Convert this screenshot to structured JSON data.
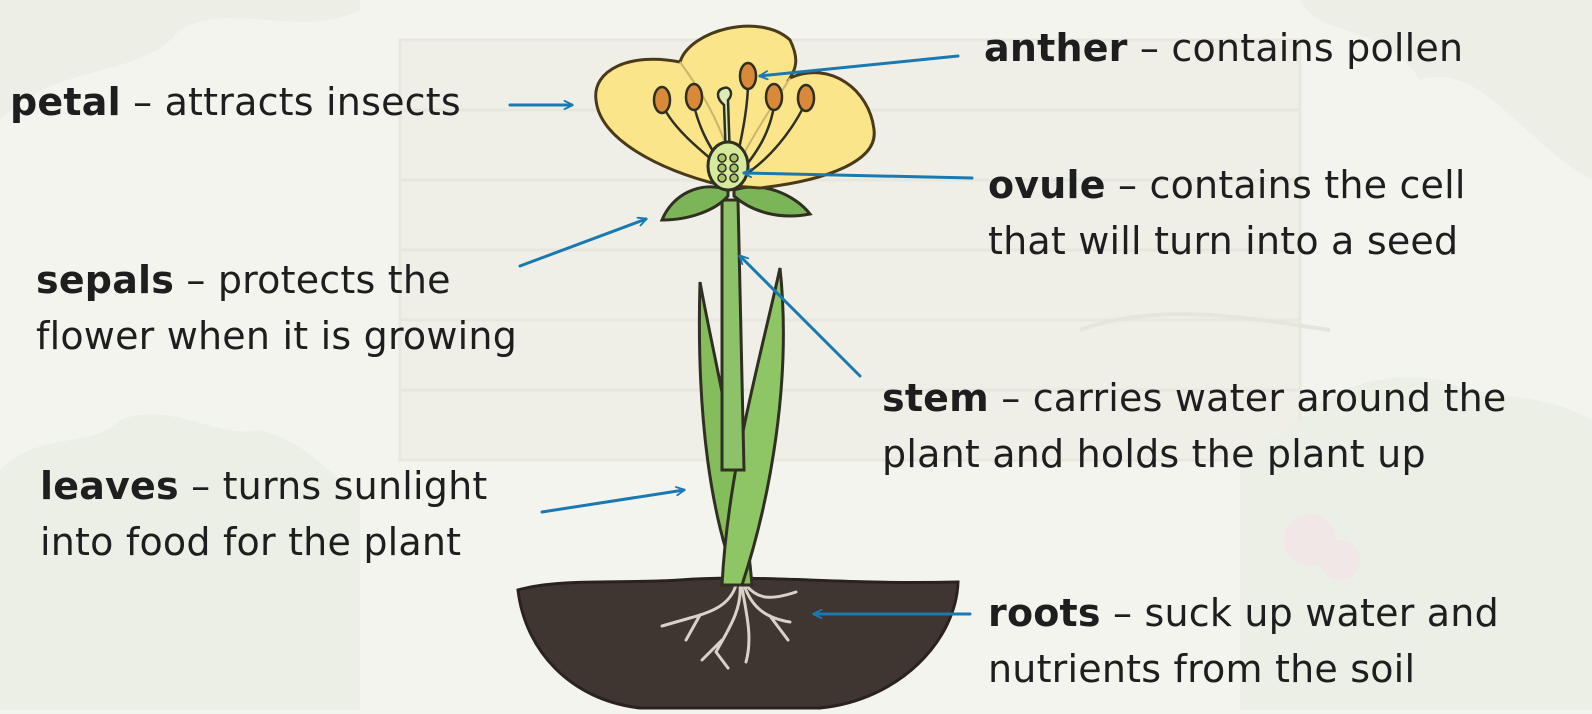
{
  "colors": {
    "arrow": "#1a79b0",
    "petal": "#fbe58a",
    "petal_stroke": "#4a3a1a",
    "anther": "#d9893a",
    "stem": "#8ec26a",
    "leaf": "#86bd5c",
    "soil": "#3f3531",
    "background": "#f3f4ee"
  },
  "labels": {
    "petal": {
      "term": "petal",
      "lines": [
        "– attracts insects"
      ]
    },
    "anther": {
      "term": "anther",
      "lines": [
        "– contains pollen"
      ]
    },
    "ovule": {
      "term": "ovule",
      "lines": [
        "– contains the cell",
        "that will turn into a seed"
      ]
    },
    "sepals": {
      "term": "sepals",
      "lines": [
        "– protects the",
        "flower when it is growing"
      ]
    },
    "stem": {
      "term": "stem",
      "lines": [
        "– carries water around the",
        "plant and holds the plant up"
      ]
    },
    "leaves": {
      "term": "leaves",
      "lines": [
        "– turns sunlight",
        "into food for the plant"
      ]
    },
    "roots": {
      "term": "roots",
      "lines": [
        "– suck up water and",
        "nutrients from the soil"
      ]
    }
  }
}
